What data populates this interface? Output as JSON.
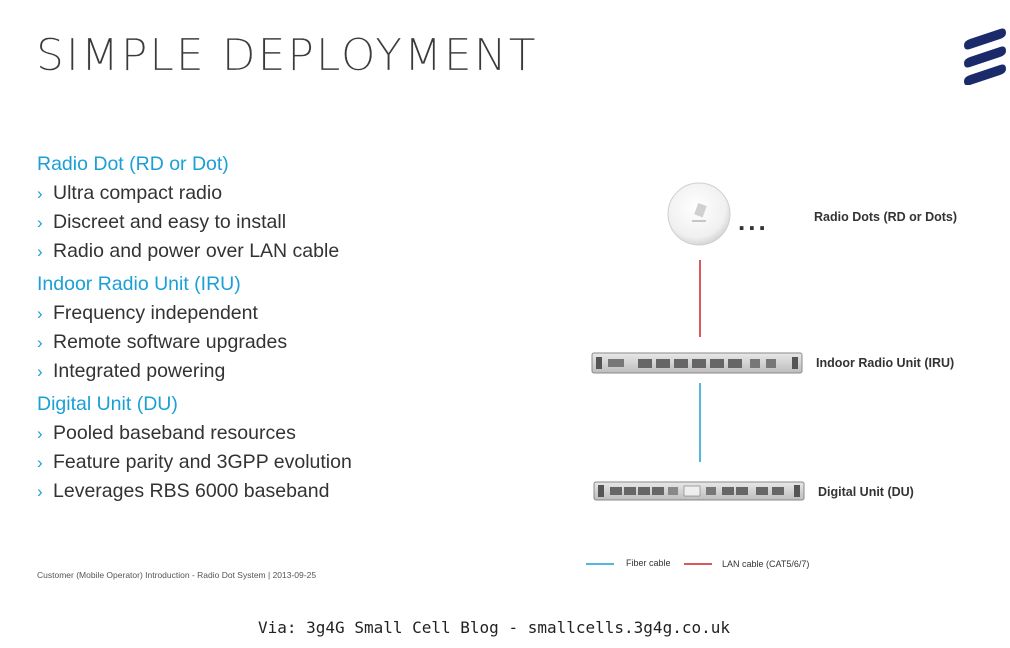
{
  "slide": {
    "title": "SIMPLE DEPLOYMENT",
    "footer": "Customer (Mobile Operator) Introduction - Radio Dot System  |  2013-09-25",
    "via": "Via: 3g4G Small Cell Blog - smallcells.3g4g.co.uk",
    "accent_color": "#1a9fd6",
    "logo_icon": "ericsson-logo-icon"
  },
  "sections": [
    {
      "heading": "Radio Dot (RD or Dot)",
      "bullets": [
        "Ultra compact radio",
        "Discreet and easy to install",
        "Radio and power over LAN cable"
      ]
    },
    {
      "heading": "Indoor Radio Unit (IRU)",
      "bullets": [
        "Frequency independent",
        "Remote software upgrades",
        "Integrated powering"
      ]
    },
    {
      "heading": "Digital Unit (DU)",
      "bullets": [
        "Pooled baseband resources",
        "Feature parity and 3GPP evolution",
        "Leverages RBS 6000 baseband"
      ]
    }
  ],
  "diagram": {
    "radio_dots_label": "Radio Dots (RD or Dots)",
    "ellipsis": "...",
    "iru_label": "Indoor Radio Unit (IRU)",
    "du_label": "Digital Unit (DU)",
    "legend": {
      "fiber_label": "Fiber cable",
      "lan_label": "LAN cable (CAT5/6/7)",
      "fiber_color": "#1a9fd6",
      "lan_color": "#cc2222"
    }
  }
}
